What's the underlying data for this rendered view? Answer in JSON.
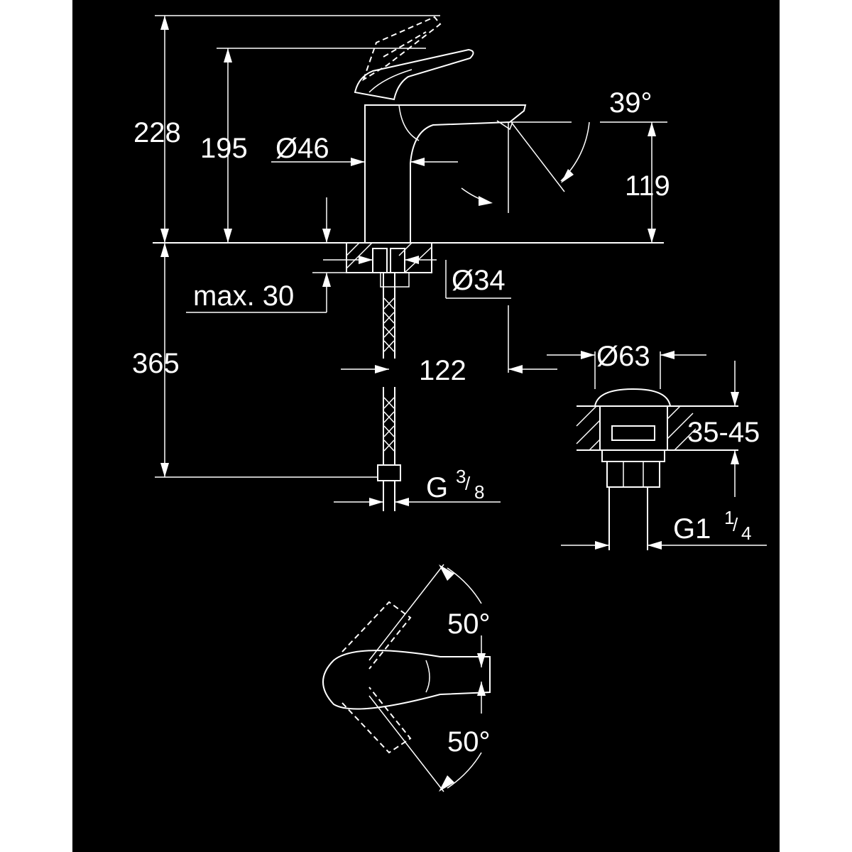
{
  "dimensions": {
    "height_total": "228",
    "height_spout": "195",
    "body_diameter": "Ø46",
    "spout_angle": "39°",
    "spout_height": "119",
    "hole_diameter": "Ø34",
    "max_thickness": "max. 30",
    "hose_length": "365",
    "spout_reach": "122",
    "drain_diameter": "Ø63",
    "drain_range": "35-45",
    "hose_thread": {
      "main": "G",
      "num": "3",
      "den": "8"
    },
    "drain_thread": {
      "main": "G1",
      "num": "1",
      "den": "4"
    },
    "lever_angle_up": "50°",
    "lever_angle_down": "50°"
  },
  "colors": {
    "background": "#000000",
    "line": "#ffffff",
    "frame": "#ffffff"
  }
}
